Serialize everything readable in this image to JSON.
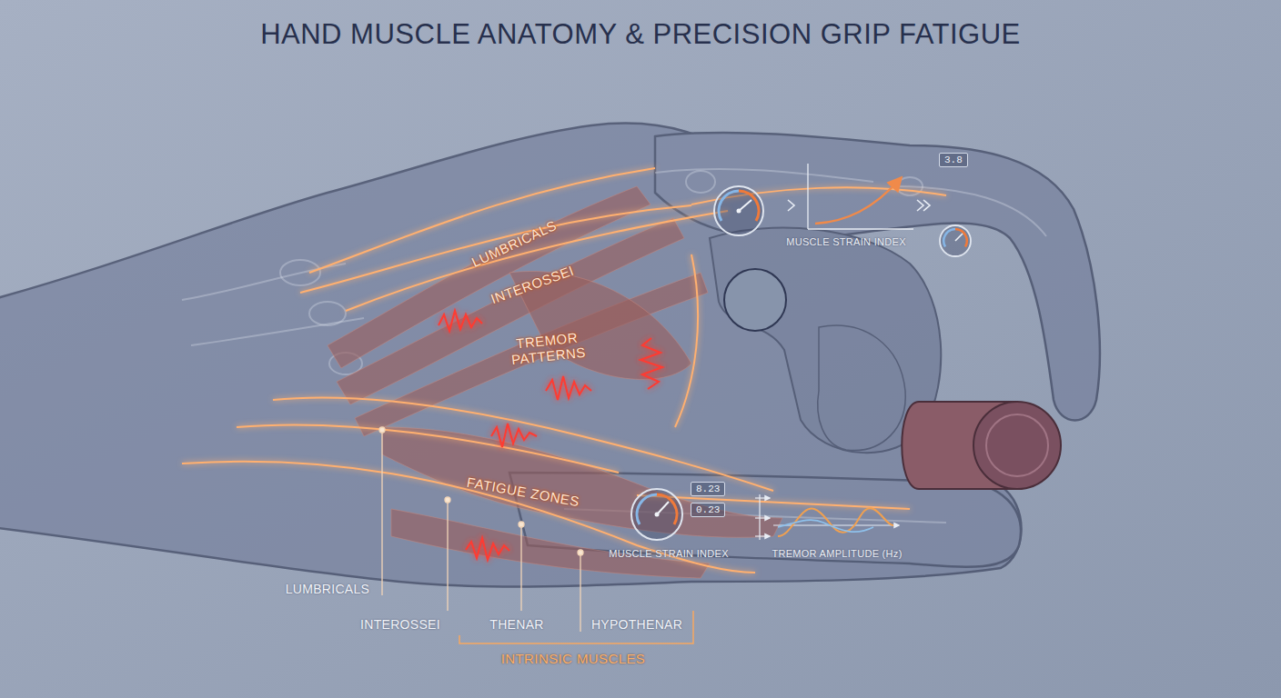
{
  "diagram": {
    "title": "HAND MUSCLE ANATOMY & PRECISION GRIP FATIGUE",
    "nodes": [
      {
        "text": [
          "3.8"
        ]
      },
      {
        "text": [
          "8.23"
        ]
      },
      {
        "text": [
          "0.23"
        ]
      }
    ],
    "labels": [
      "LUMBRICALS",
      "INTEROSSEI",
      "TREMOR PATTERNS",
      "MUSCLE STRAIN INDEX",
      "FATIGUE ZONES",
      "MUSCLE STRAIN INDEX",
      "TREMOR AMPLITUDE (Hz)",
      "LUMBRICALS",
      "INTEROSSEI",
      "THENAR",
      "HYPOTHENAR",
      "INTRINSIC MUSCLES"
    ]
  }
}
